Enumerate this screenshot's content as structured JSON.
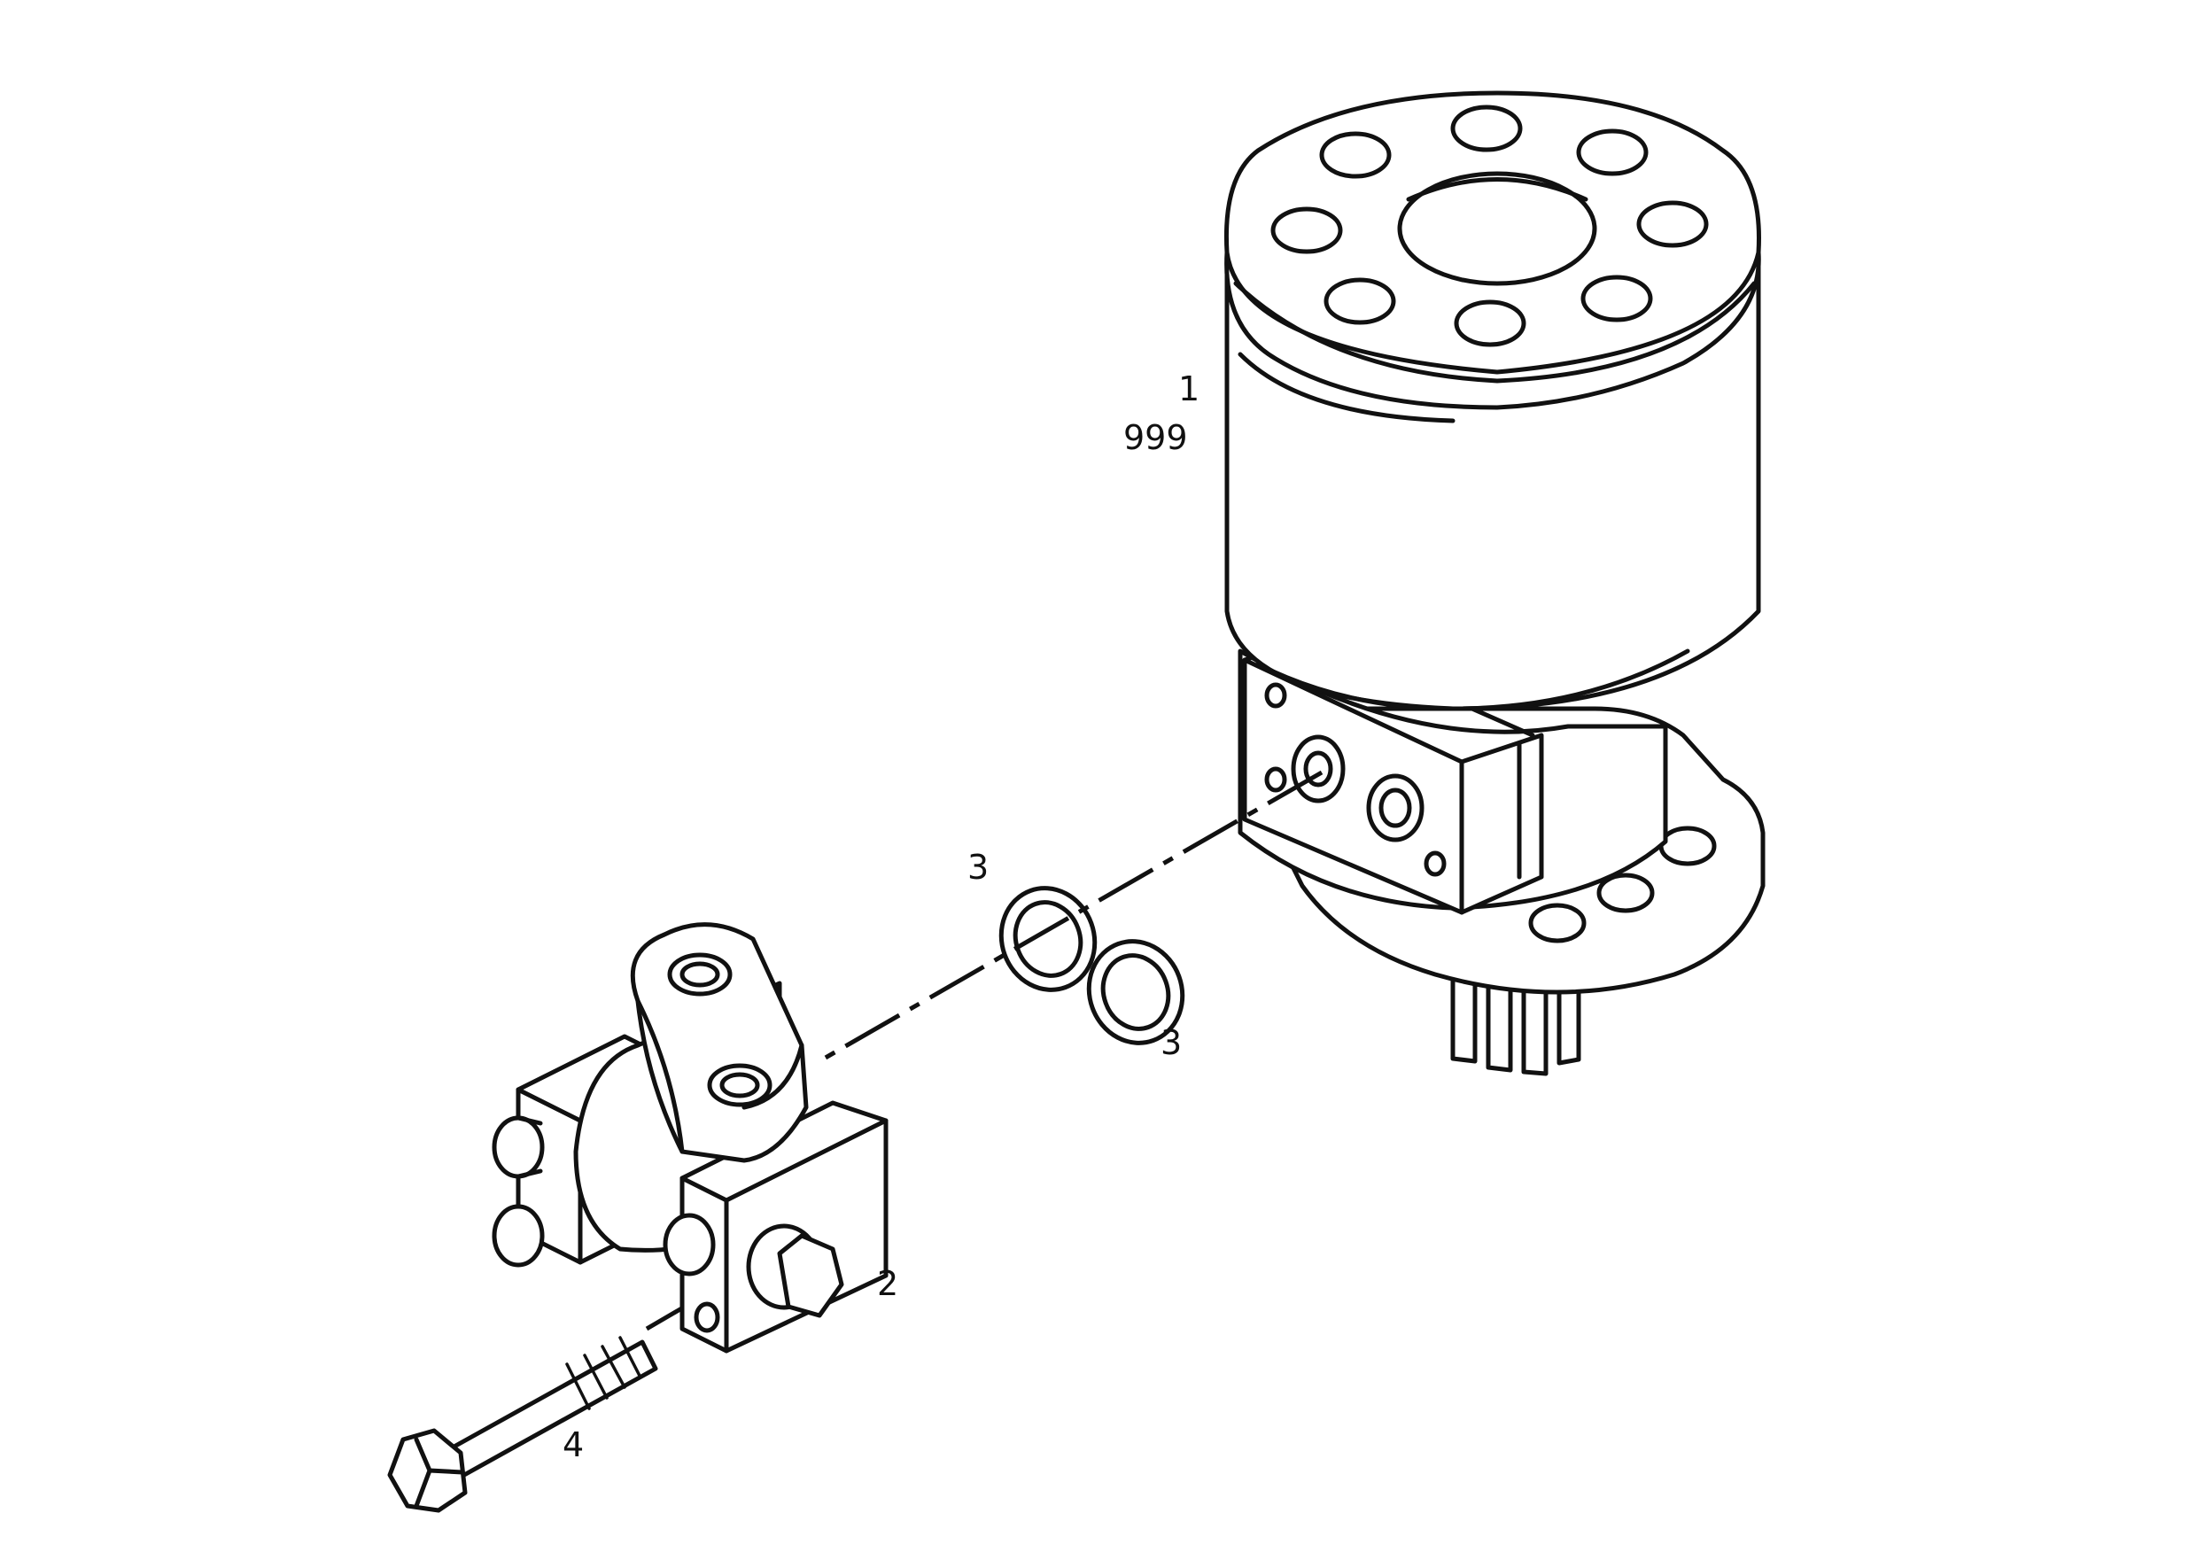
{
  "callouts": {
    "motor_item": "1",
    "motor_code": "999",
    "valve_item": "2",
    "oring_upper_item": "3",
    "oring_lower_item": "3",
    "bolt_item": "4"
  },
  "colors": {
    "ink": "#111111",
    "paper": "#ffffff"
  }
}
